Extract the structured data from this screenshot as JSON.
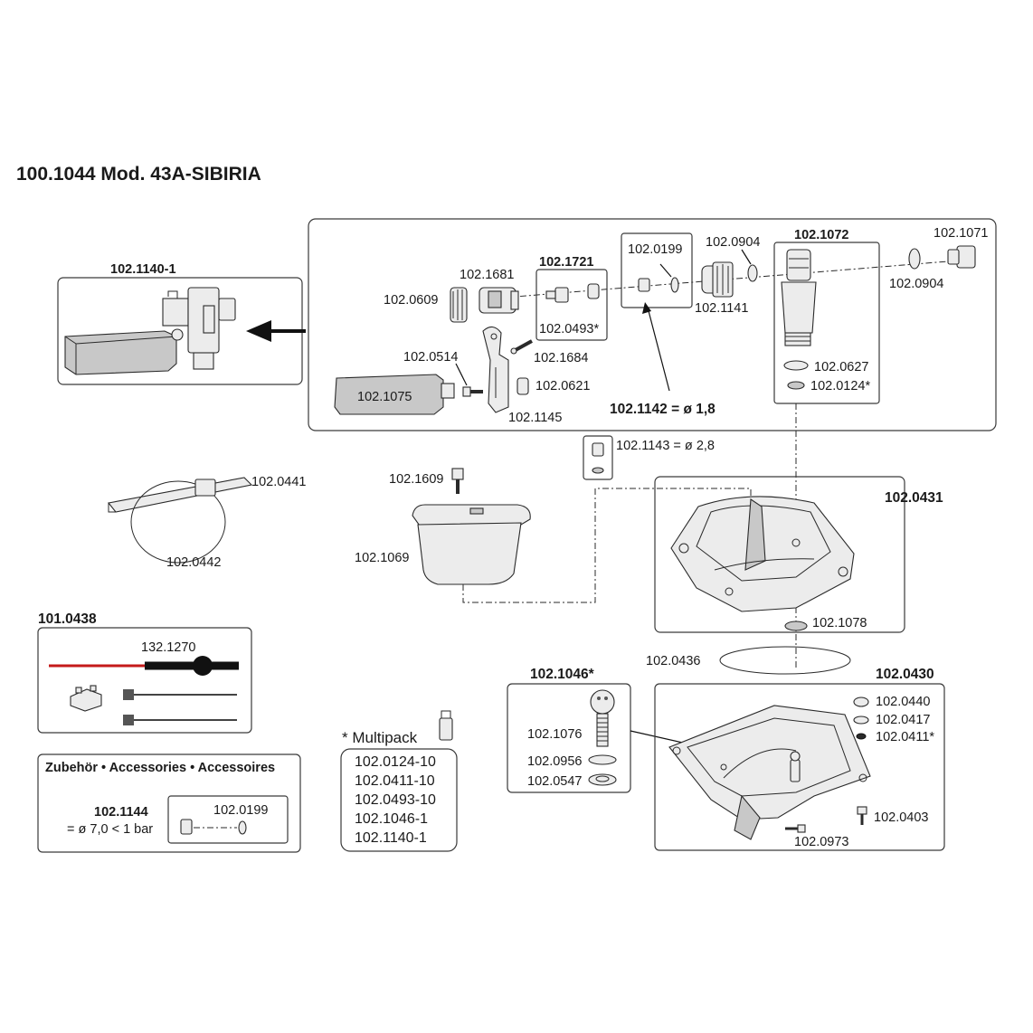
{
  "diagram": {
    "title": "100.1044 Mod. 43A-SIBIRIA",
    "valve_group": {
      "result_label": "102.1140-1",
      "parts": {
        "p_0609": "102.0609",
        "p_1681": "102.1681",
        "p_1721": "102.1721",
        "p_0493": "102.0493*",
        "p_0199": "102.0199",
        "p_0904a": "102.0904",
        "p_1141": "102.1141",
        "p_1072": "102.1072",
        "p_1071": "102.1071",
        "p_0904b": "102.0904",
        "p_0627": "102.0627",
        "p_0124": "102.0124*",
        "p_0514": "102.0514",
        "p_1684": "102.1684",
        "p_0621": "102.0621",
        "p_1075": "102.1075",
        "p_1145": "102.1145"
      },
      "nozzle_18": "102.1142 = ø 1,8",
      "nozzle_28": "102.1143 = ø 2,8"
    },
    "left_parts": {
      "p_0441": "102.0441",
      "p_0442": "102.0442",
      "p_1609": "102.1609",
      "p_1069": "102.1069"
    },
    "bowl": {
      "p_0431": "102.0431",
      "p_1078": "102.1078",
      "p_0436": "102.0436"
    },
    "heater": {
      "label": "101.0438",
      "cable": "132.1270"
    },
    "accessories": {
      "header": "Zubehör • Accessories • Accessoires",
      "part": "102.1144",
      "desc": "= ø 7,0 < 1 bar",
      "sub": "102.0199"
    },
    "multipack": {
      "header": "* Multipack",
      "items": [
        "102.0124-10",
        "102.0411-10",
        "102.0493-10",
        "102.1046-1",
        "102.1140-1"
      ]
    },
    "ball_group": {
      "label": "102.1046*",
      "p_1076": "102.1076",
      "p_0956": "102.0956",
      "p_0547": "102.0547"
    },
    "base": {
      "label": "102.0430",
      "p_0440": "102.0440",
      "p_0417": "102.0417",
      "p_0411": "102.0411*",
      "p_0403": "102.0403",
      "p_0973": "102.0973"
    }
  }
}
